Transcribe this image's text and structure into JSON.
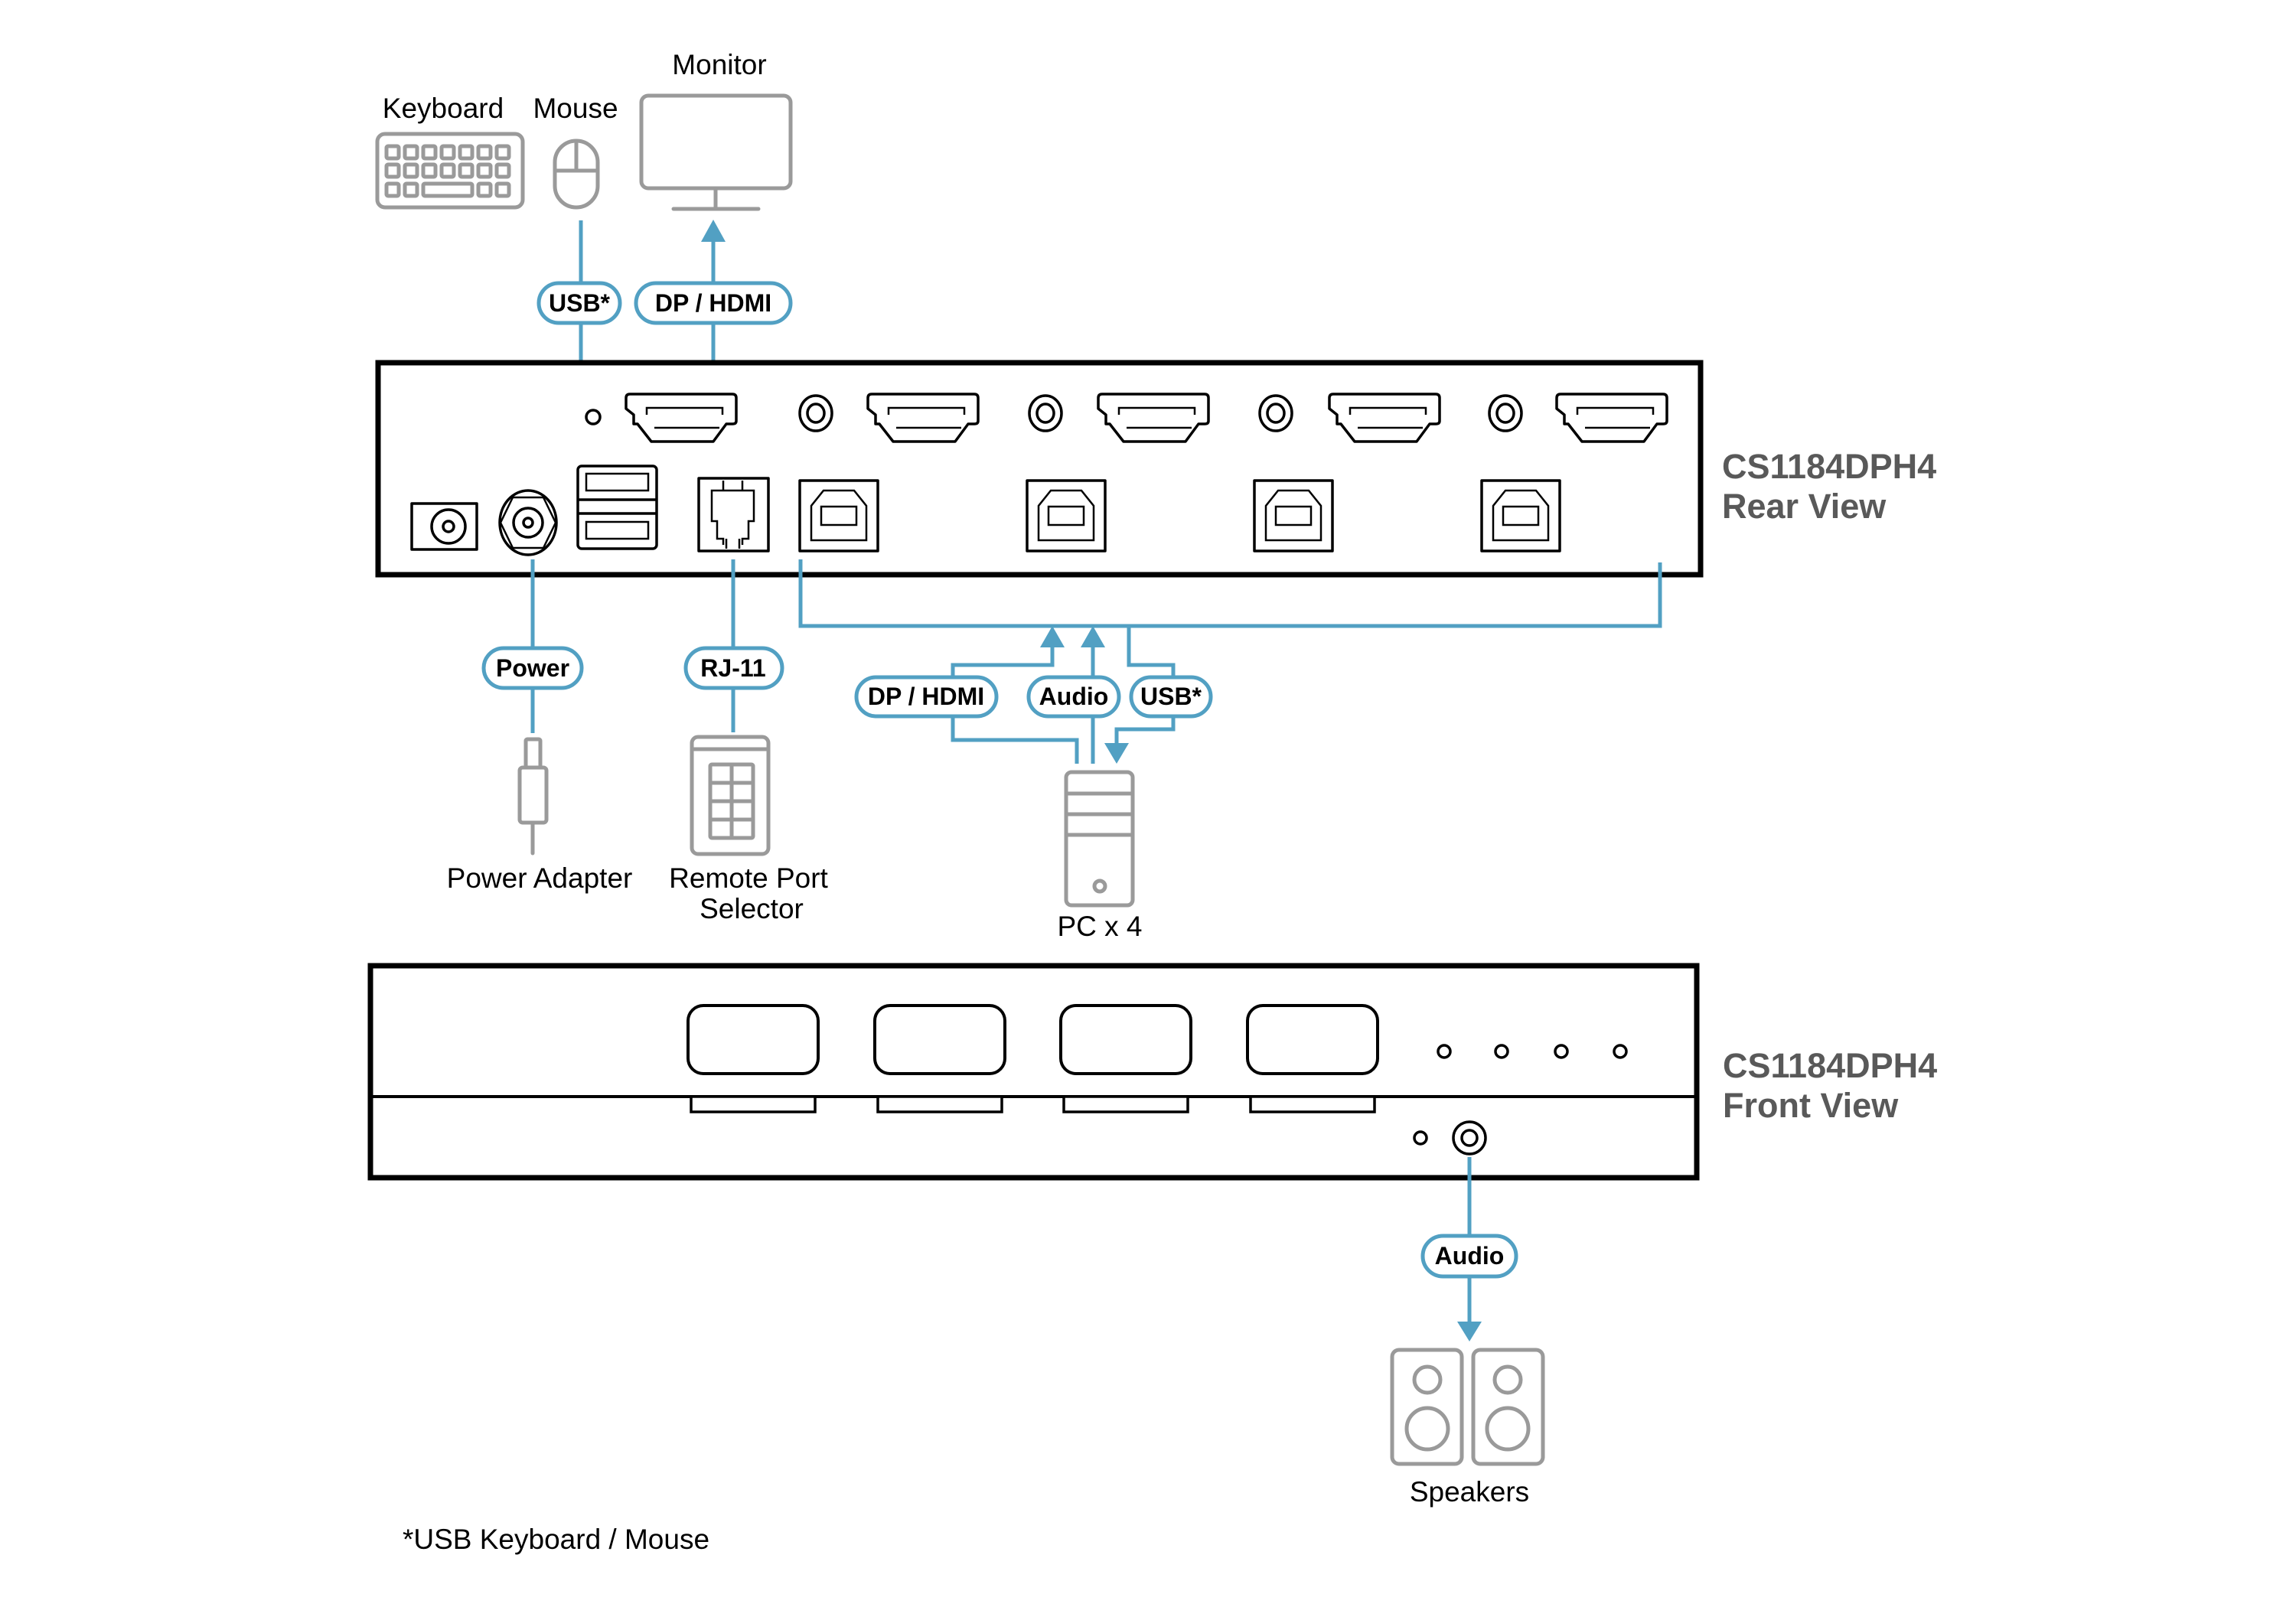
{
  "colors": {
    "cable": "#52a0c3",
    "device_outline": "#9a9a9a",
    "panel_outline": "#000000",
    "model_label": "#595959"
  },
  "devices": {
    "keyboard": "Keyboard",
    "mouse": "Mouse",
    "monitor": "Monitor",
    "power_adapter": "Power Adapter",
    "remote_port_selector_line1": "Remote Port",
    "remote_port_selector_line2": "Selector",
    "pc": "PC x 4",
    "speakers": "Speakers"
  },
  "connections": {
    "console_usb": "USB*",
    "console_video": "DP / HDMI",
    "power": "Power",
    "remote": "RJ-11",
    "pc_video": "DP / HDMI",
    "pc_audio": "Audio",
    "pc_usb": "USB*",
    "speaker_audio": "Audio"
  },
  "rear_view": {
    "model": "CS1184DPH4",
    "view": "Rear View"
  },
  "front_view": {
    "model": "CS1184DPH4",
    "view": "Front View",
    "port_buttons": 4,
    "leds": 4
  },
  "footnote": "*USB Keyboard / Mouse"
}
